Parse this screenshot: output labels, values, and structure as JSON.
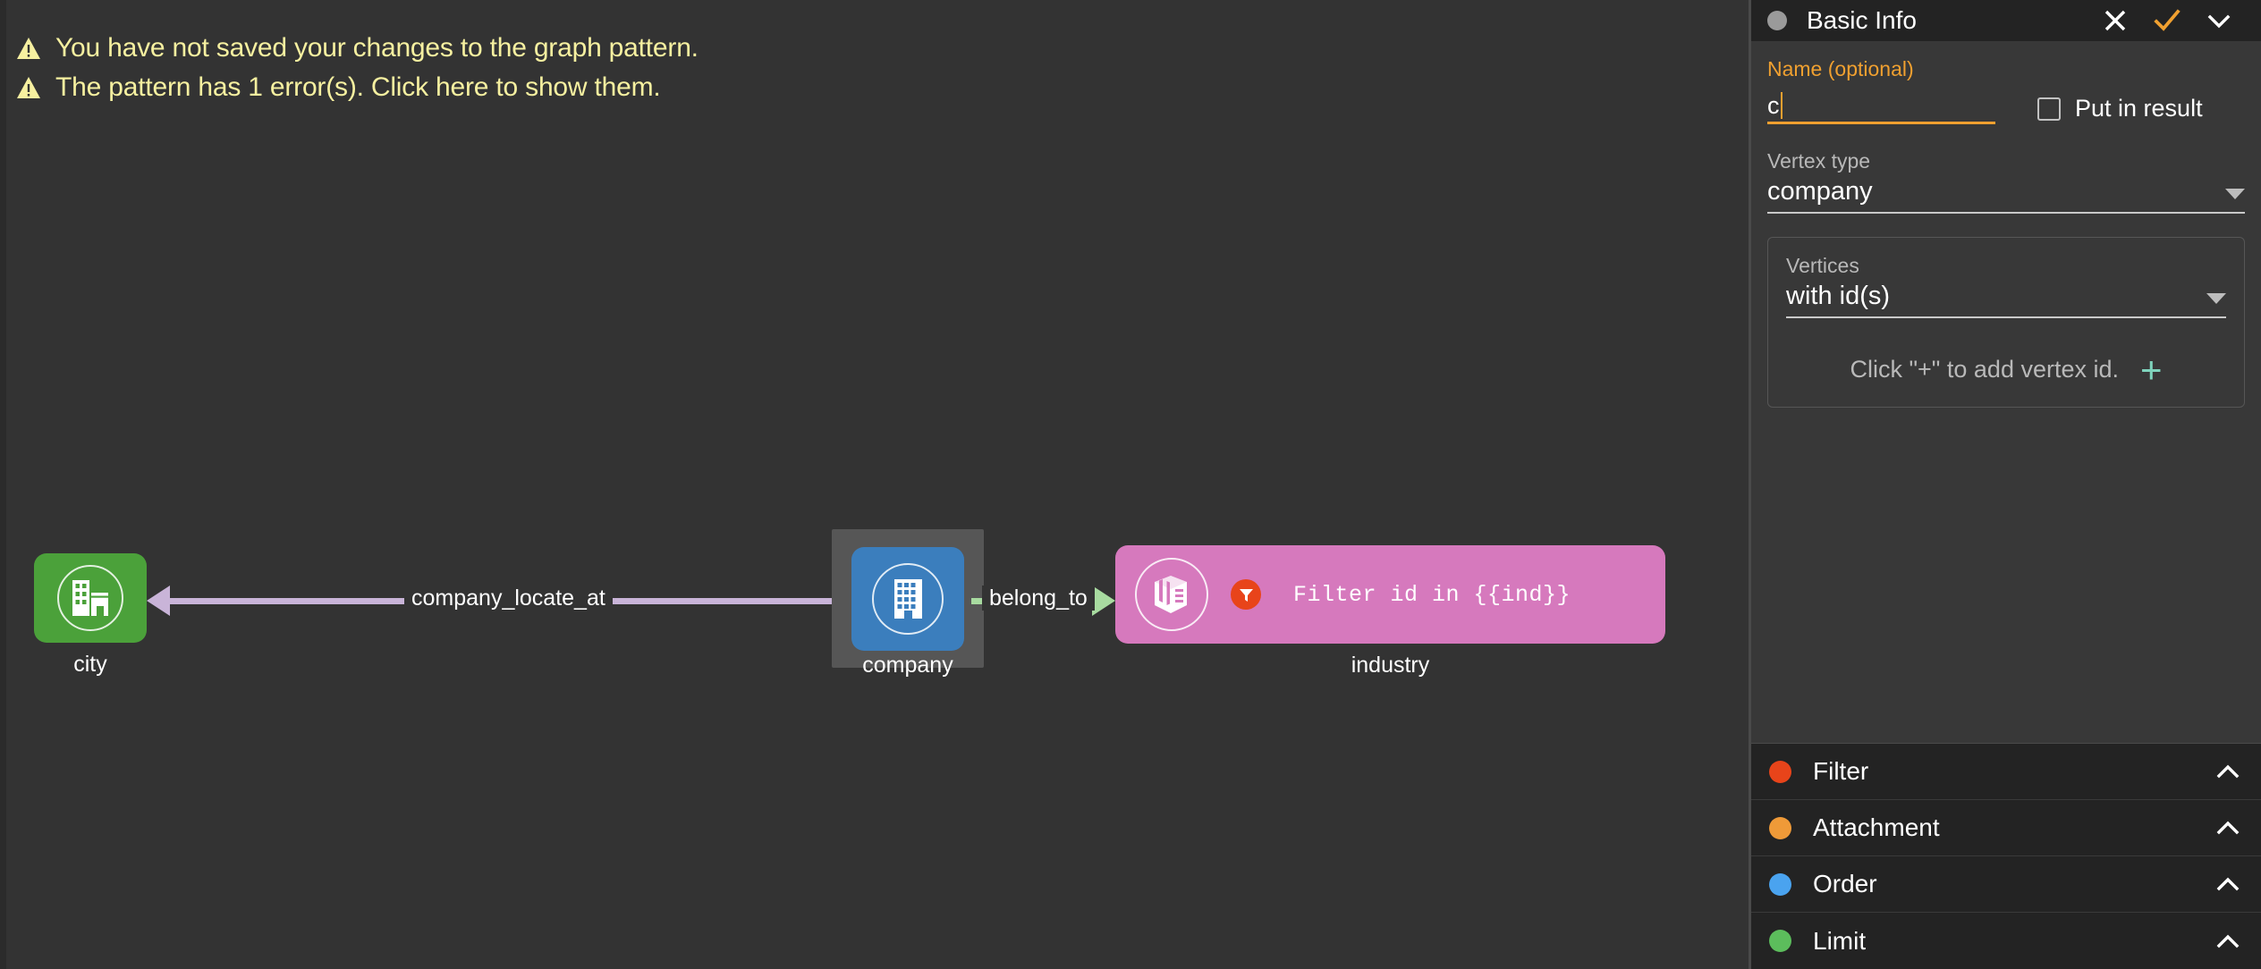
{
  "warnings": [
    {
      "icon": "warning-triangle-icon",
      "text": "You have not saved your changes to the graph pattern."
    },
    {
      "icon": "warning-triangle-icon",
      "text": "The pattern has 1 error(s). Click here to show them."
    }
  ],
  "graph": {
    "nodes": [
      {
        "id": "city",
        "label": "city",
        "color": "#4ba13a",
        "icon": "city-buildings-icon",
        "selected": false
      },
      {
        "id": "company",
        "label": "company",
        "color": "#3b7ebd",
        "icon": "office-building-icon",
        "selected": true
      },
      {
        "id": "industry",
        "label": "industry",
        "color": "#d679bd",
        "icon": "package-box-icon",
        "selected": false,
        "badge": {
          "icon": "filter-funnel-icon",
          "color": "#e8441a"
        },
        "expression": "Filter id in {{ind}}"
      }
    ],
    "edges": [
      {
        "id": "company_locate_at",
        "label": "company_locate_at",
        "color": "#c9b4d8",
        "from": "company",
        "to": "city",
        "direction": "left"
      },
      {
        "id": "belong_to",
        "label": "belong_to",
        "color": "#a8dba0",
        "from": "company",
        "to": "industry",
        "direction": "right"
      }
    ]
  },
  "panel": {
    "header": {
      "title": "Basic Info",
      "dot_color": "#9a9a9a",
      "close_icon": "close-x-icon",
      "confirm_icon": "check-icon",
      "confirm_color": "#f0a030",
      "collapse_icon": "chevron-down-icon"
    },
    "name_field": {
      "label": "Name (optional)",
      "value": "c",
      "placeholder": "",
      "accent": "#f0a030"
    },
    "put_in_result": {
      "label": "Put in result",
      "checked": false
    },
    "vertex_type": {
      "label": "Vertex type",
      "value": "company"
    },
    "vertices": {
      "label": "Vertices",
      "mode_value": "with id(s)",
      "empty_hint": "Click \"+\" to add vertex id.",
      "add_icon": "plus-icon",
      "add_icon_color": "#7fd4bd"
    },
    "sections": [
      {
        "label": "Filter",
        "color": "#e8441a",
        "chevron": "chevron-up-icon"
      },
      {
        "label": "Attachment",
        "color": "#ef9a38",
        "chevron": "chevron-up-icon"
      },
      {
        "label": "Order",
        "color": "#4aa3ef",
        "chevron": "chevron-up-icon"
      },
      {
        "label": "Limit",
        "color": "#5cbd5c",
        "chevron": "chevron-up-icon"
      }
    ]
  }
}
